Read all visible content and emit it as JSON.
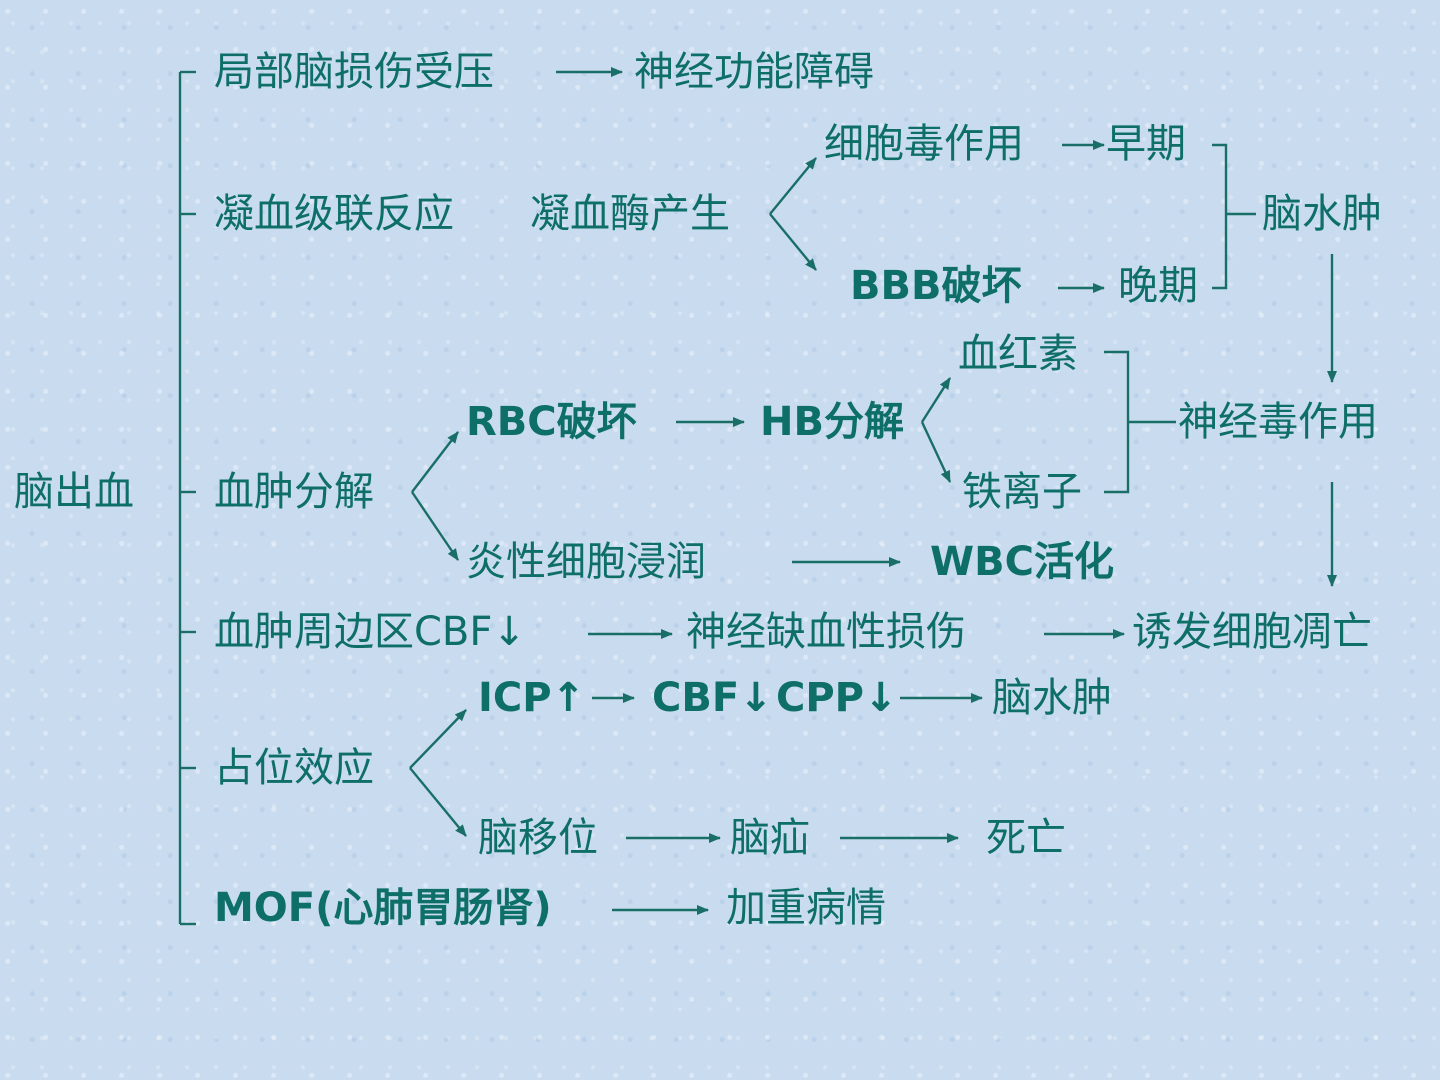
{
  "root": "脑出血",
  "row1": {
    "cause": "局部脑损伤受压",
    "effect": "神经功能障碍"
  },
  "row2": {
    "cause": "凝血级联反应",
    "mid": "凝血酶产生",
    "upper": "细胞毒作用",
    "upper_stage": "早期",
    "lower": "BBB破坏",
    "lower_stage": "晚期",
    "result": "脑水肿"
  },
  "row3": {
    "cause": "血肿分解",
    "rbc": "RBC破坏",
    "hb": "HB分解",
    "heme": "血红素",
    "iron": "铁离子",
    "neurotox": "神经毒作用",
    "inflam": "炎性细胞浸润",
    "wbc": "WBC活化"
  },
  "row4": {
    "cause": "血肿周边区CBF↓",
    "mid": "神经缺血性损伤",
    "result": "诱发细胞凋亡"
  },
  "row5": {
    "cause": "占位效应",
    "icp": "ICP↑",
    "cbf": "CBF↓",
    "cpp": "CPP↓",
    "edema": "脑水肿",
    "shift": "脑移位",
    "hernia": "脑疝",
    "death": "死亡"
  },
  "row6": {
    "cause": "MOF(心肺胃肠肾)",
    "result": "加重病情"
  }
}
